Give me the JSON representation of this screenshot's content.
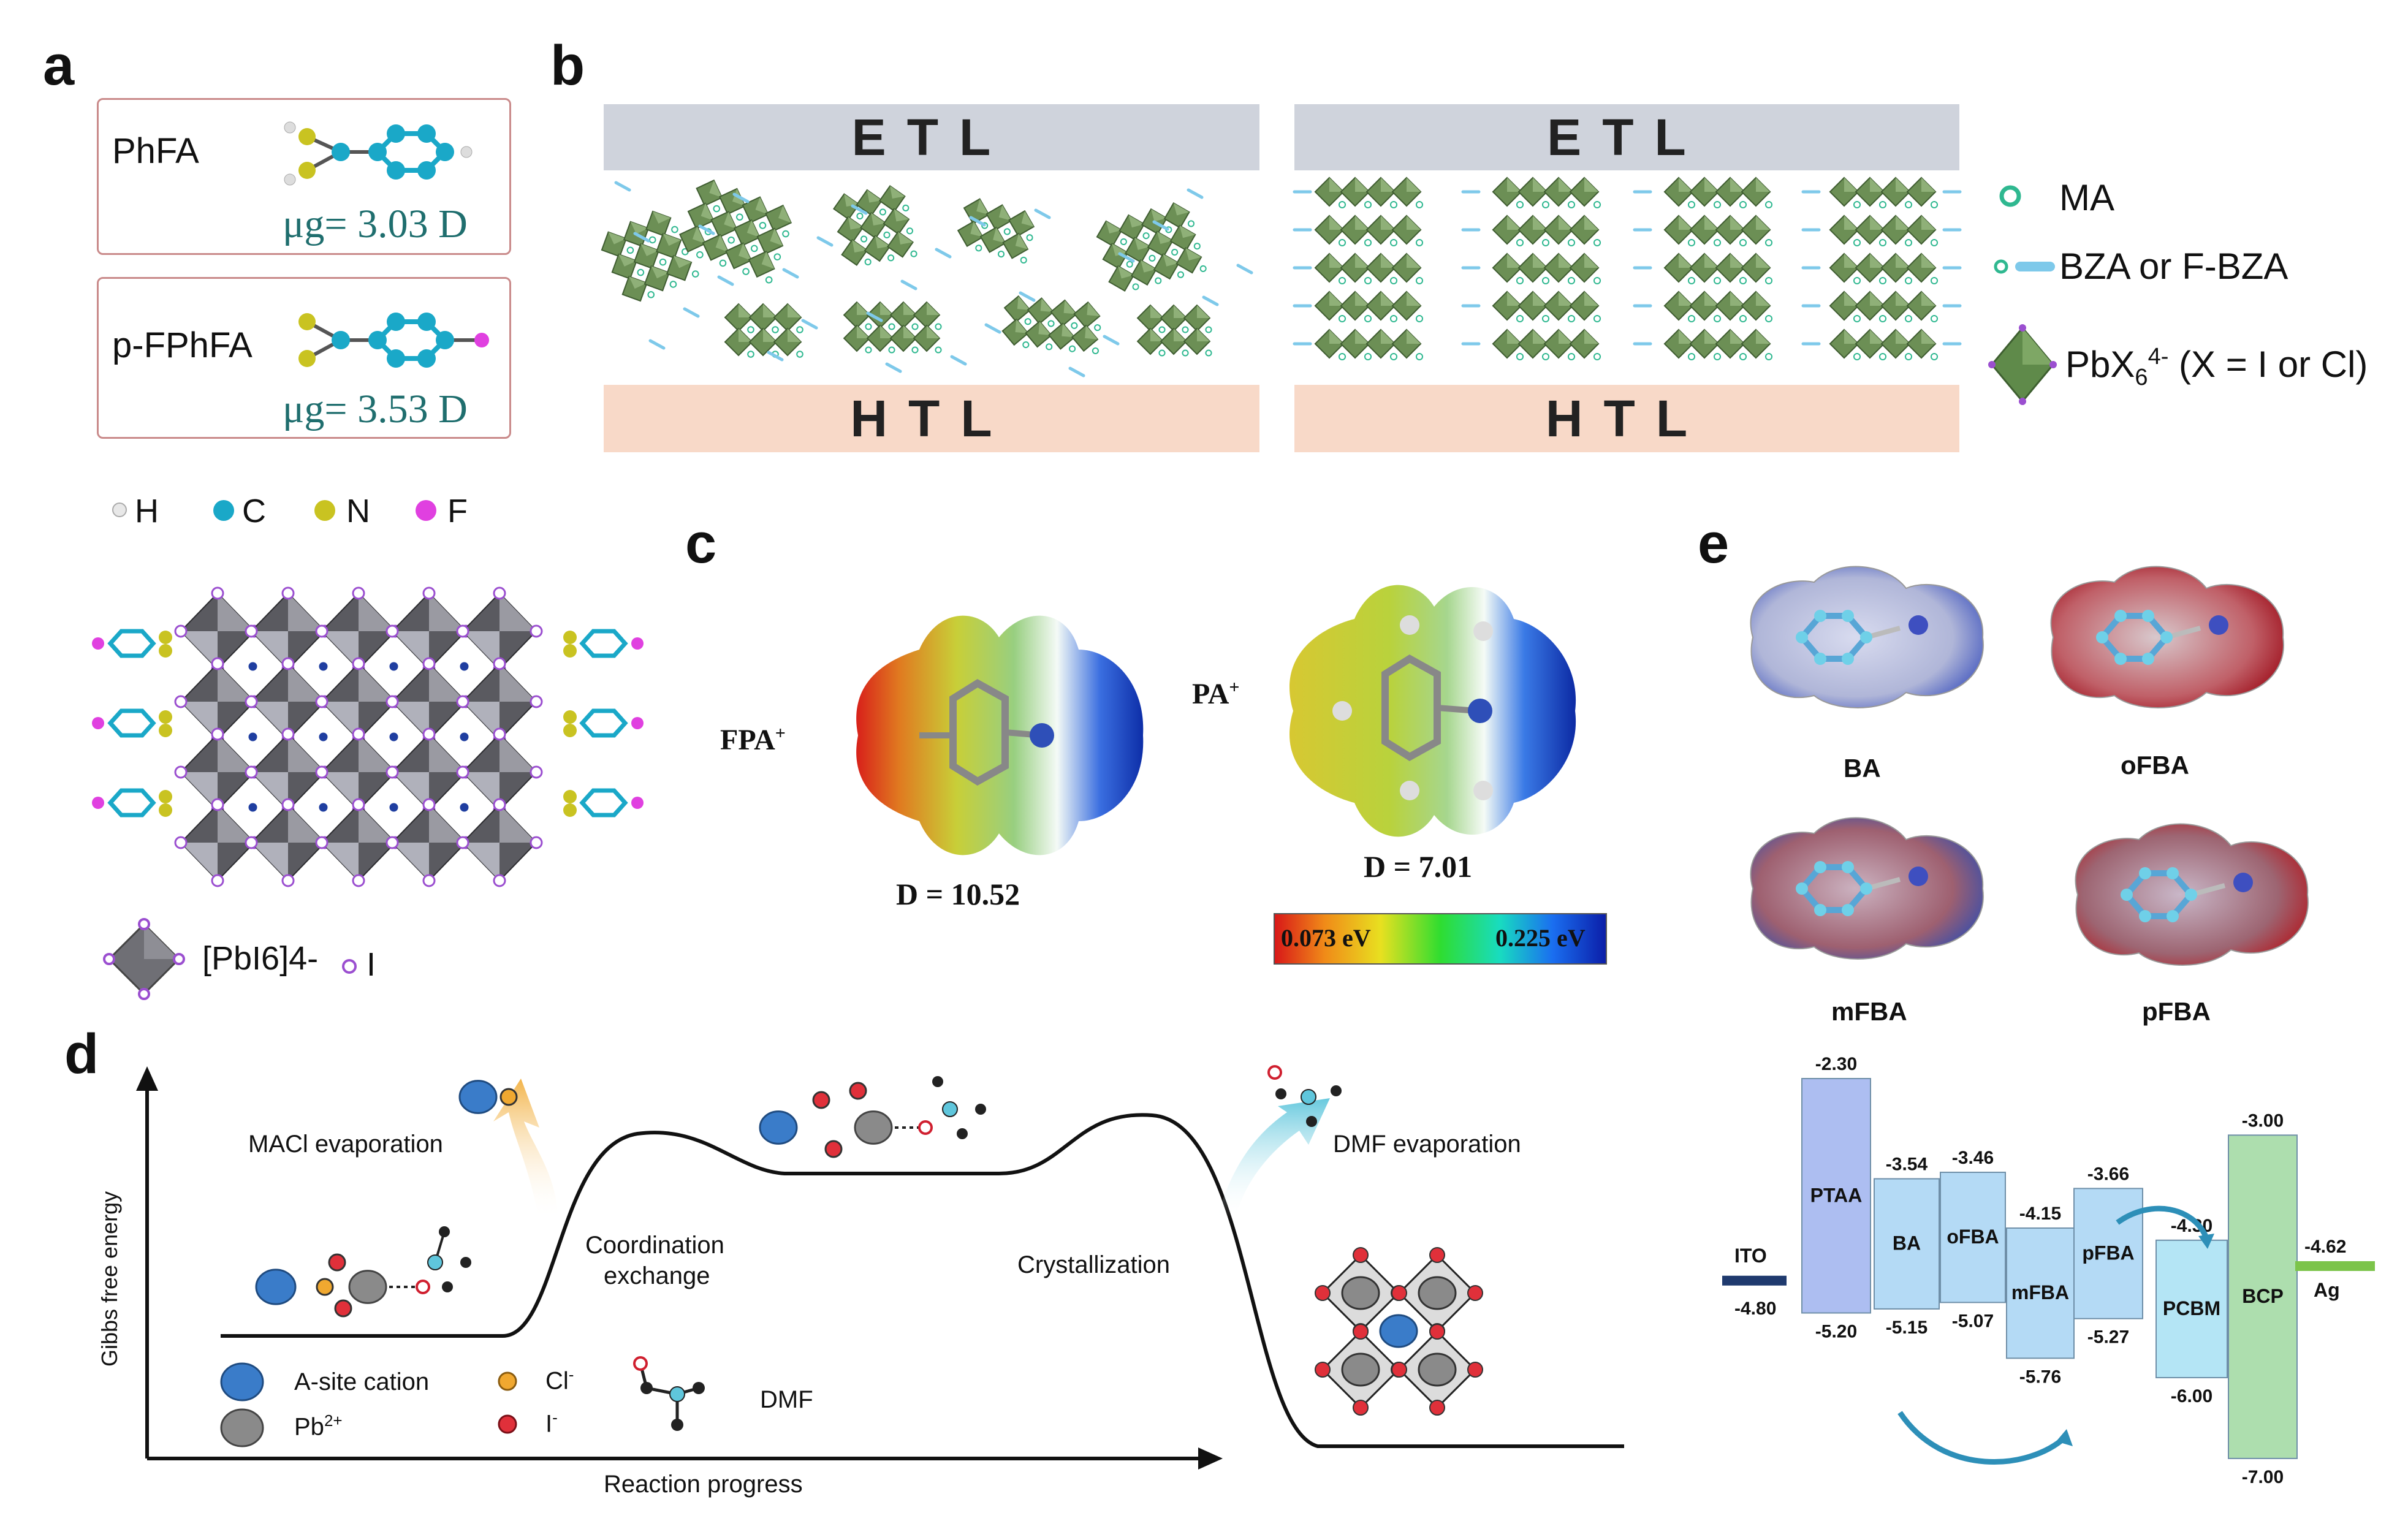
{
  "panels": {
    "a": {
      "letter": "a",
      "molecules": [
        {
          "name": "PhFA",
          "mu": "μg= 3.03 D"
        },
        {
          "name": "p-FPhFA",
          "mu": "μg= 3.53 D"
        }
      ],
      "atom_legend": [
        "H",
        "C",
        "N",
        "F"
      ],
      "atom_colors": [
        "#e8e8e8",
        "#1aa8c8",
        "#c9c321",
        "#e040e0"
      ],
      "octa_legend": {
        "formula": "[PbI6]4-",
        "iodide": "I"
      }
    },
    "b": {
      "letter": "b",
      "etl": "ETL",
      "htl": "HTL",
      "legend": [
        {
          "label": "MA",
          "icon": "ma-ring-icon"
        },
        {
          "label": "BZA or F-BZA",
          "icon": "bza-rod-icon"
        },
        {
          "label": "PbX6 4- (X = I or Cl)",
          "icon": "octahedron-icon"
        }
      ]
    },
    "c": {
      "letter": "c",
      "molecules": [
        {
          "name": "FPA+",
          "dipole": "D = 10.52"
        },
        {
          "name": "PA+",
          "dipole": "D = 7.01"
        }
      ],
      "colorbar": {
        "min": "0.073 eV",
        "max": "0.225 eV"
      }
    },
    "d": {
      "letter": "d",
      "y_axis": "Gibbs free energy",
      "x_axis": "Reaction progress",
      "annotations": {
        "maci": "MACl evaporation",
        "coord1": "Coordination",
        "coord2": "exchange",
        "cryst": "Crystallization",
        "dmf": "DMF evaporation"
      },
      "legend": [
        {
          "label": "A-site cation",
          "color": "#3a7cc9"
        },
        {
          "label": "Pb2+",
          "color": "#8a8a8a"
        },
        {
          "label": "Cl-",
          "color": "#f0a830"
        },
        {
          "label": "I-",
          "color": "#e0303a"
        },
        {
          "label": "DMF",
          "color": "#222222"
        }
      ]
    },
    "e": {
      "letter": "e",
      "molecules": [
        "BA",
        "oFBA",
        "mFBA",
        "pFBA"
      ],
      "levels": [
        {
          "name": "ITO",
          "top": "",
          "bottom": "-4.80",
          "color": "#1f3a6e"
        },
        {
          "name": "PTAA",
          "top": "-2.30",
          "bottom": "-5.20",
          "color": "#9fb3ee"
        },
        {
          "name": "BA",
          "top": "-3.54",
          "bottom": "-5.15",
          "color": "#a7d4f3"
        },
        {
          "name": "oFBA",
          "top": "-3.46",
          "bottom": "-5.07",
          "color": "#a7d4f3"
        },
        {
          "name": "mFBA",
          "top": "-4.15",
          "bottom": "-5.76",
          "color": "#a7d4f3"
        },
        {
          "name": "pFBA",
          "top": "-3.66",
          "bottom": "-5.27",
          "color": "#a7d4f3"
        },
        {
          "name": "PCBM",
          "top": "-4.30",
          "bottom": "-6.00",
          "color": "#a7e0f3"
        },
        {
          "name": "BCP",
          "top": "-3.00",
          "bottom": "-7.00",
          "color": "#9fd8a0"
        },
        {
          "name": "Ag",
          "top": "-4.62",
          "bottom": "",
          "color": "#7cc44a"
        }
      ]
    }
  }
}
